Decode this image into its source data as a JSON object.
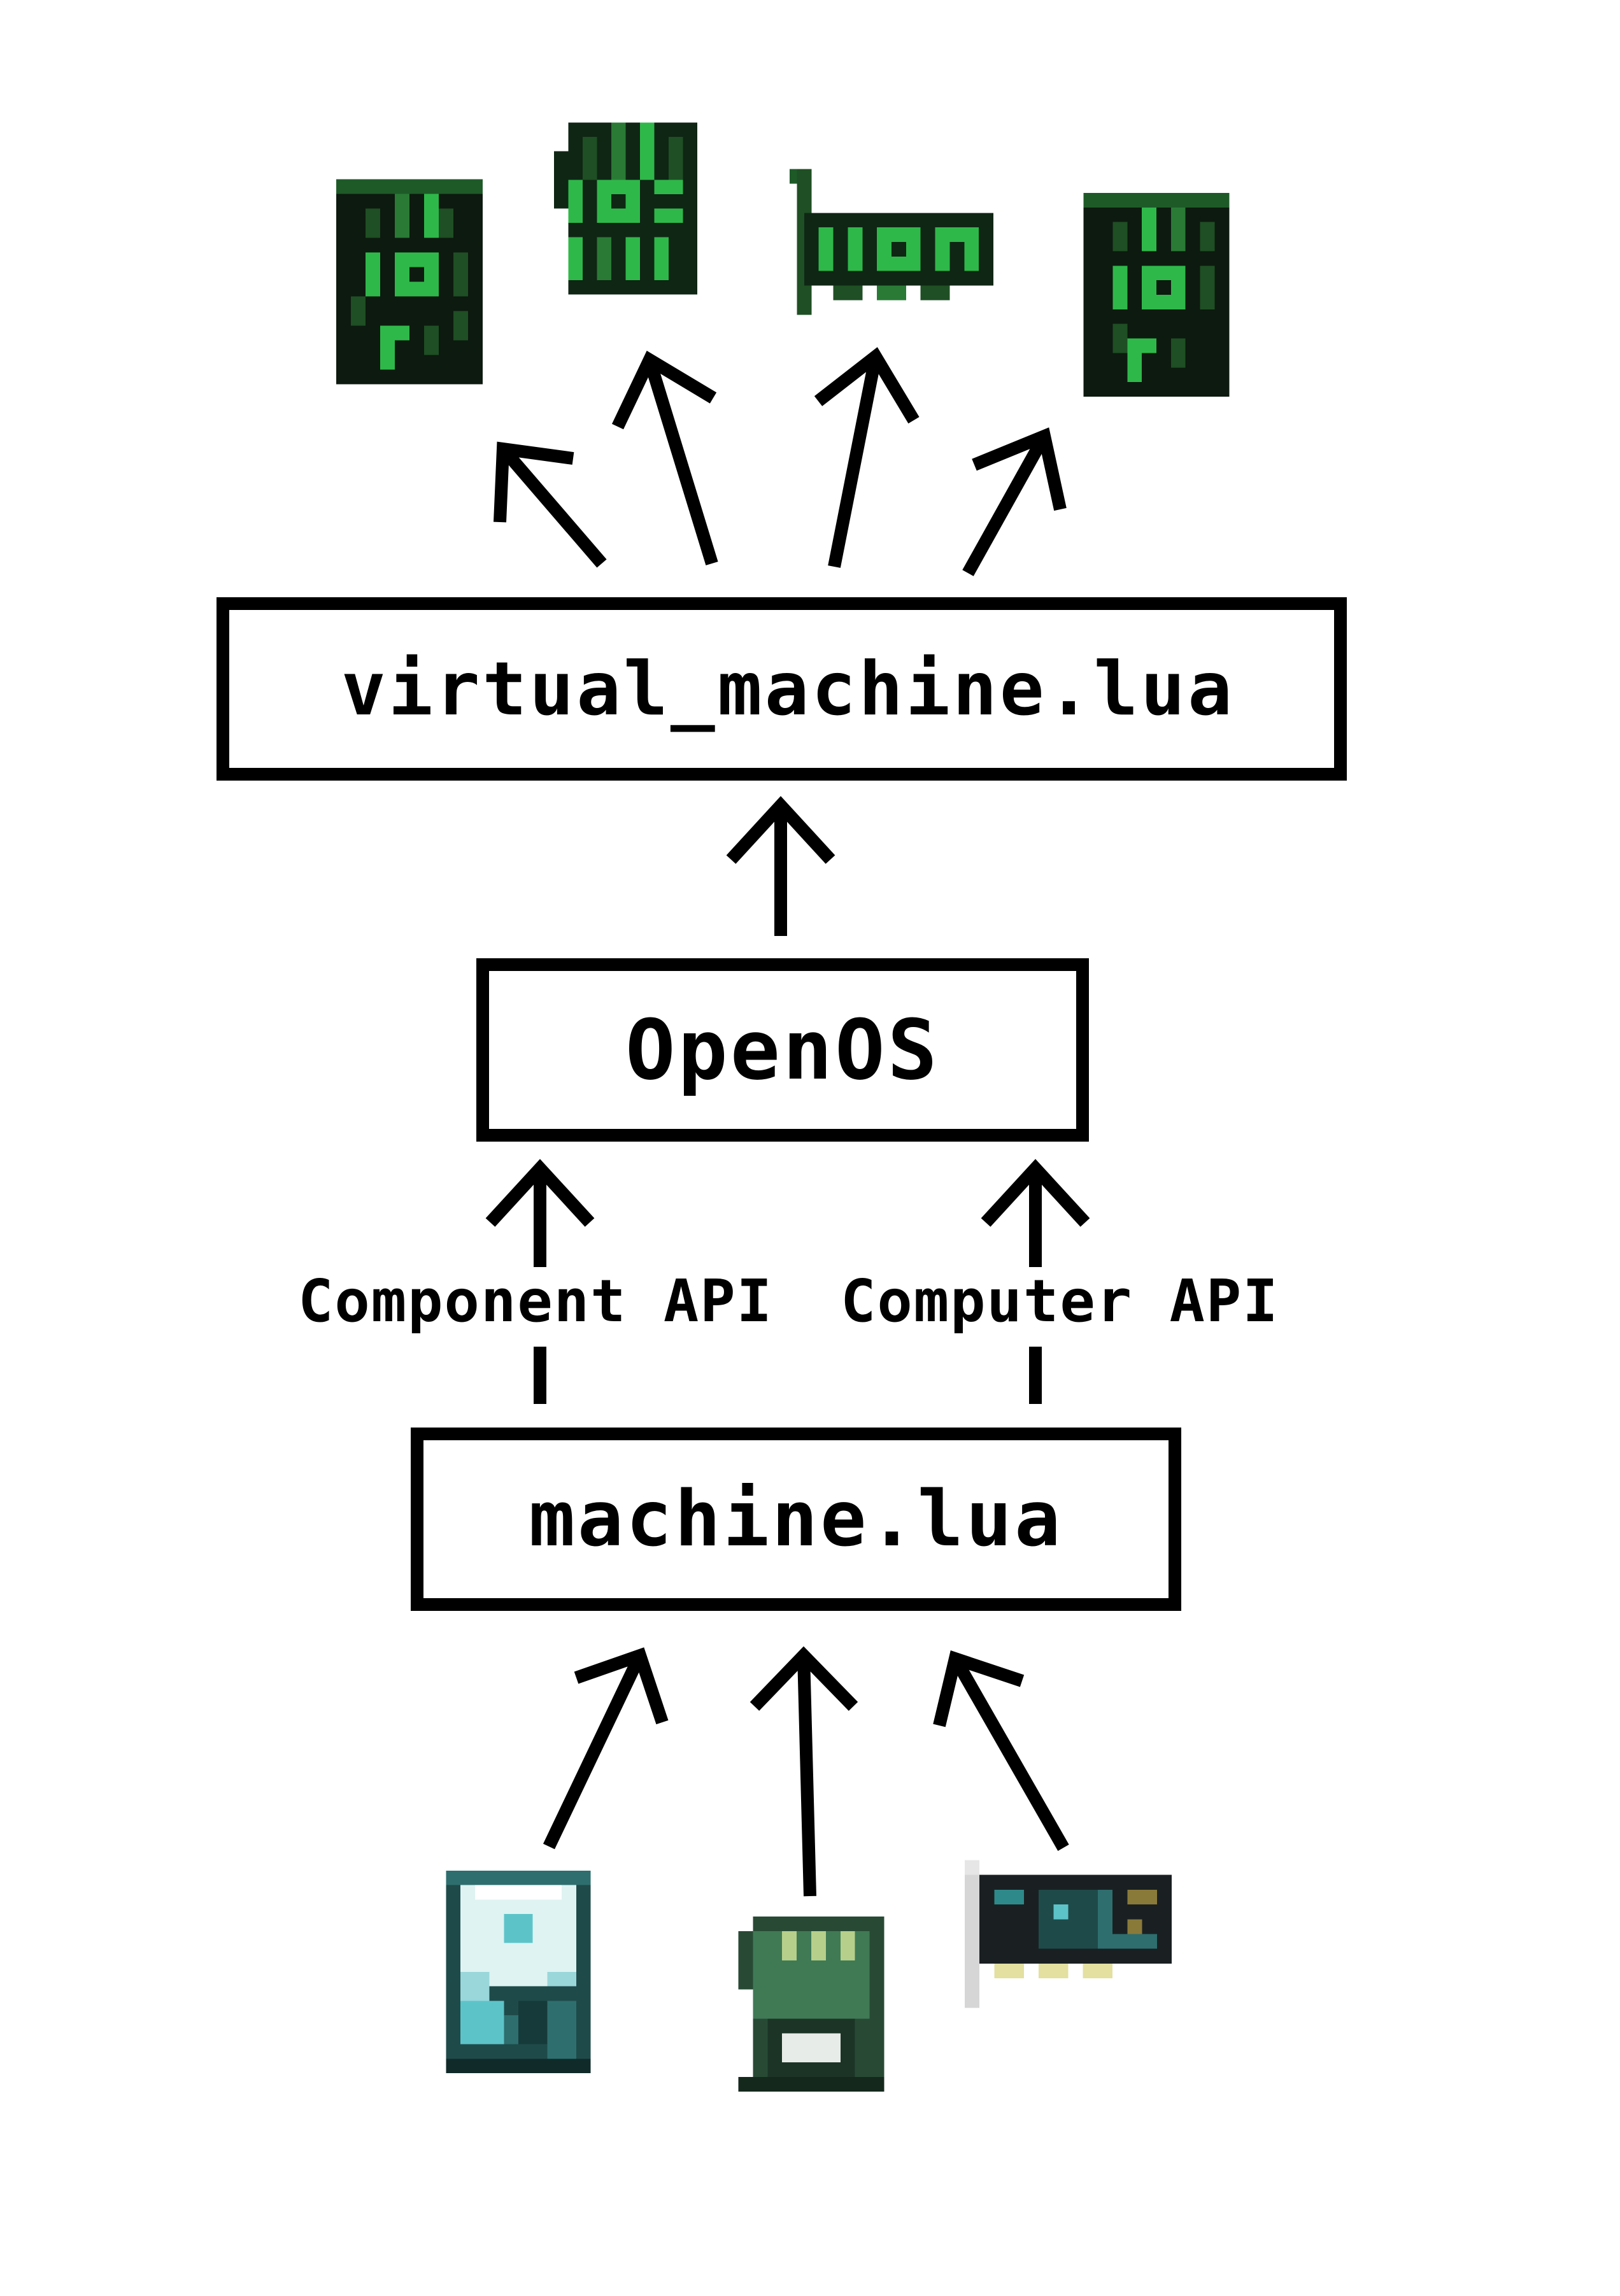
{
  "boxes": {
    "virtual_machine": "virtual_machine.lua",
    "openos": "OpenOS",
    "machine": "machine.lua"
  },
  "labels": {
    "component_api": "Component API",
    "computer_api": "Computer API"
  },
  "icons": {
    "top": [
      "virtual-hard-drive-icon",
      "virtual-memory-icon",
      "virtual-card-icon",
      "virtual-drive-icon"
    ],
    "bottom": [
      "hard-drive-icon",
      "memory-icon",
      "card-icon"
    ]
  },
  "colors": {
    "line": "#000000",
    "virtual_green": "#2fb84a",
    "virtual_dark": "#0d1f10",
    "real_teal": "#1f5c5c",
    "real_green": "#3f7a55"
  }
}
